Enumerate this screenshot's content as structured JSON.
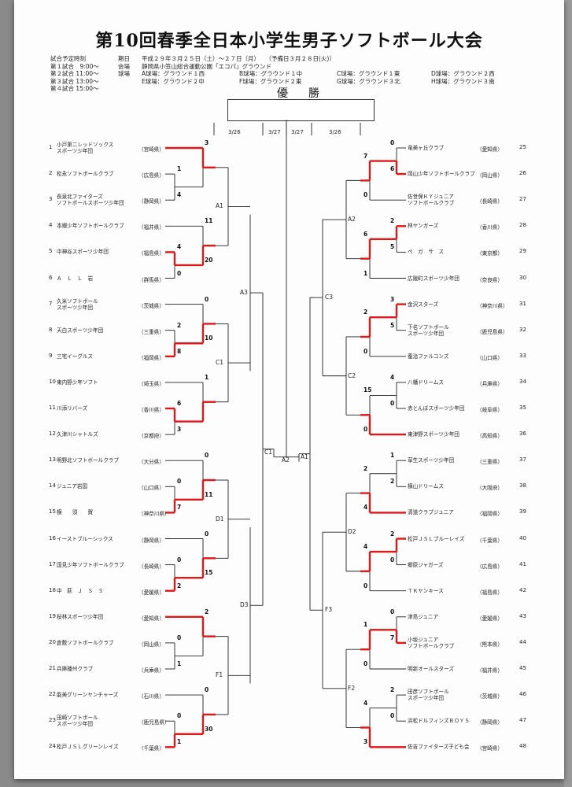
{
  "title": "第10回春季全日本小学生男子ソフトボール大会",
  "schedule": {
    "heading": "試合予定時刻",
    "lines": [
      "第１試合　9:00～",
      "第２試合 11:00～",
      "第３試合 13:00～",
      "第４試合 15:00～"
    ]
  },
  "period": {
    "label": "期日",
    "value": "平成２９年３月２５日（土）～２７日（月）　　（予備日３月２８日(火)）"
  },
  "venue": {
    "label": "会場",
    "value": "静岡県小笠山総合運動公園「エコパ」グラウンド"
  },
  "fields_label": "球場",
  "fields": [
    "A球場：グラウンド１西",
    "B球場：グラウンド１中",
    "C球場：グラウンド１東",
    "D球場：グラウンド２西",
    "E球場：グラウンド２中",
    "F球場：グラウンド２東",
    "G球場：グラウンド３北",
    "H球場：グラウンド３南"
  ],
  "champion_label": "優　勝",
  "dates": {
    "left": "3/26",
    "cl": "3/27",
    "cr": "3/27",
    "right": "3/26"
  },
  "left_teams": [
    {
      "no": "1",
      "name": "小戸第二レッドソックス\nスポーツ少年団",
      "pref": "（宮崎県）"
    },
    {
      "no": "2",
      "name": "松永ソフトボールクラブ",
      "pref": "（広島県）"
    },
    {
      "no": "3",
      "name": "長泉北ファイターズ\nソフトボールスポーツ少年団",
      "pref": "（静岡県）"
    },
    {
      "no": "4",
      "name": "本郷少年ソフトボールクラブ",
      "pref": "（福井県）"
    },
    {
      "no": "5",
      "name": "中神谷スポーツ少年団",
      "pref": "（福島県）"
    },
    {
      "no": "6",
      "name": "Ａ　Ｌ　Ｌ　岩",
      "pref": "（群馬県）"
    },
    {
      "no": "7",
      "name": "久米ソフトボール\nスポーツ少年団",
      "pref": "（茨城県）"
    },
    {
      "no": "8",
      "name": "天白スポーツ少年団",
      "pref": "（三重県）"
    },
    {
      "no": "9",
      "name": "三宅イーグルス",
      "pref": "（福岡県）"
    },
    {
      "no": "10",
      "name": "東内野少年ソフト",
      "pref": "（埼玉県）"
    },
    {
      "no": "11",
      "name": "川添リバーズ",
      "pref": "（香川県）"
    },
    {
      "no": "12",
      "name": "久津川シャトルズ",
      "pref": "（京都府）"
    },
    {
      "no": "13",
      "name": "明野北ソフトボールクラブ",
      "pref": "（大分県）"
    },
    {
      "no": "14",
      "name": "ジュニア岩国",
      "pref": "（山口県）"
    },
    {
      "no": "15",
      "name": "横　　須　　賀",
      "pref": "（神奈川県）"
    },
    {
      "no": "16",
      "name": "イーストブルーシックス",
      "pref": "（静岡県）"
    },
    {
      "no": "17",
      "name": "国見少年ソフトボールクラブ",
      "pref": "（長崎県）"
    },
    {
      "no": "18",
      "name": "中　萩　Ｊ　Ｓ　Ｓ",
      "pref": "（愛媛県）"
    },
    {
      "no": "19",
      "name": "桜林スポーツ少年団",
      "pref": "（愛知県）"
    },
    {
      "no": "20",
      "name": "倉敷ソフトボールクラブ",
      "pref": "（岡山県）"
    },
    {
      "no": "21",
      "name": "兵庫播州クラブ",
      "pref": "（兵庫県）"
    },
    {
      "no": "22",
      "name": "能美グリーンヤンチャーズ",
      "pref": "（石川県）"
    },
    {
      "no": "23",
      "name": "田崎ソフトボール\nスポーツ少年団",
      "pref": "（鹿児島県）"
    },
    {
      "no": "24",
      "name": "松戸ＪＳＬグリーンレイズ",
      "pref": "（千葉県）"
    }
  ],
  "right_teams": [
    {
      "no": "25",
      "name": "竜美ヶ丘クラブ",
      "pref": "（愛知県）"
    },
    {
      "no": "26",
      "name": "岡山少年ソフトボールクラブ",
      "pref": "（岡山県）"
    },
    {
      "no": "27",
      "name": "佐世保ＫＹジュニア\nソフトボールクラブ",
      "pref": "（長崎県）"
    },
    {
      "no": "28",
      "name": "林ヤンガーズ",
      "pref": "（香川県）"
    },
    {
      "no": "29",
      "name": "ペ　ガ　サ　ス",
      "pref": "（東京都）"
    },
    {
      "no": "30",
      "name": "広陵町スポーツ少年団",
      "pref": "（奈良県）"
    },
    {
      "no": "31",
      "name": "金沢スターズ",
      "pref": "（神奈川県）"
    },
    {
      "no": "32",
      "name": "下名ソフトボール\nスポーツ少年団",
      "pref": "（鹿児島県）"
    },
    {
      "no": "33",
      "name": "養治ファルコンズ",
      "pref": "（山口県）"
    },
    {
      "no": "34",
      "name": "八幡ドリームス",
      "pref": "（兵庫県）"
    },
    {
      "no": "35",
      "name": "赤とんぼスポーツ少年団",
      "pref": "（岐阜県）"
    },
    {
      "no": "36",
      "name": "東津野スポーツ少年団",
      "pref": "（高知県）"
    },
    {
      "no": "37",
      "name": "草生スポーツ少年団",
      "pref": "（三重県）"
    },
    {
      "no": "38",
      "name": "横山ドリームス",
      "pref": "（大阪府）"
    },
    {
      "no": "39",
      "name": "清道クラブジュニア",
      "pref": "（福岡県）"
    },
    {
      "no": "40",
      "name": "松戸ＪＳＬブルーレイズ",
      "pref": "（千葉県）"
    },
    {
      "no": "41",
      "name": "郷原ジャガーズ",
      "pref": "（広島県）"
    },
    {
      "no": "42",
      "name": "ＴＫヤンキース",
      "pref": "（福島県）"
    },
    {
      "no": "43",
      "name": "津島ジュニア",
      "pref": "（愛媛県）"
    },
    {
      "no": "44",
      "name": "小坂ジュニア\nソフトボールクラブ",
      "pref": "（熊本県）"
    },
    {
      "no": "45",
      "name": "明新オールスターズ",
      "pref": "（福井県）"
    },
    {
      "no": "46",
      "name": "田彦ソフトボール\nスポーツ少年団",
      "pref": "（茨城県）"
    },
    {
      "no": "47",
      "name": "浜松ドルフィンズＢＯＹＳ",
      "pref": "（静岡県）"
    },
    {
      "no": "48",
      "name": "佐吉ファイターズ子ども会",
      "pref": "（宮崎県）"
    }
  ],
  "nodes": {
    "A1": "A1",
    "C1": "C1",
    "D1": "D1",
    "F1": "F1",
    "A3": "A3",
    "D3": "D3",
    "A2": "A2",
    "C2": "C2",
    "D2": "D2",
    "F2": "F2",
    "C3": "C3",
    "F3": "F3",
    "C1c": "C1",
    "A2c": "A2",
    "A1c": "A1"
  },
  "scores": {
    "L": [
      {
        "g": 0,
        "a": "3",
        "b": "1",
        "c": "4"
      },
      {
        "g": 1,
        "a": "11",
        "b": "4",
        "c": "0",
        "fin": "20"
      },
      {
        "g": 2,
        "a": "0",
        "b": "2",
        "c": "8",
        "fin": "10"
      },
      {
        "g": 3,
        "a": "1",
        "b": "6",
        "c": "3"
      },
      {
        "g": 4,
        "a": "0",
        "b": "0",
        "c": "7",
        "fin": "11"
      },
      {
        "g": 5,
        "a": "0",
        "b": "0",
        "c": "2",
        "fin": "15"
      },
      {
        "g": 6,
        "a": "2",
        "b": "0",
        "c": "1"
      },
      {
        "g": 7,
        "a": "0",
        "b": "0",
        "c": "1",
        "fin": "30"
      }
    ],
    "R": [
      {
        "a": "0",
        "b": "7",
        "c": "6",
        "d": "0"
      },
      {
        "a": "2",
        "b": "6",
        "c": "5",
        "d": "1"
      },
      {
        "a": "3",
        "b": "2",
        "c": "5",
        "d": "0"
      },
      {
        "a": "4",
        "b": "15",
        "c": "0",
        "d": "0"
      },
      {
        "a": "1",
        "b": "2",
        "c": "2",
        "d": "4"
      },
      {
        "a": "2",
        "b": "4",
        "c": "0",
        "d": "0"
      },
      {
        "a": "0",
        "b": "1",
        "c": "7",
        "d": "0"
      },
      {
        "a": "2",
        "b": "4",
        "c": "0",
        "d": "3"
      }
    ]
  },
  "colors": {
    "win": "#e01818",
    "line": "#222222"
  }
}
